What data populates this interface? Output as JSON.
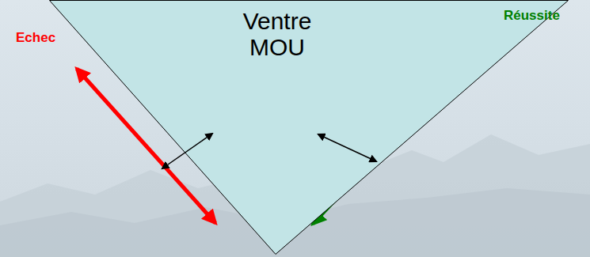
{
  "diagram": {
    "nodes": [
      {
        "text": [
          "Ventre MOU"
        ]
      }
    ],
    "labels": [
      "Echec",
      "Réussite"
    ]
  }
}
